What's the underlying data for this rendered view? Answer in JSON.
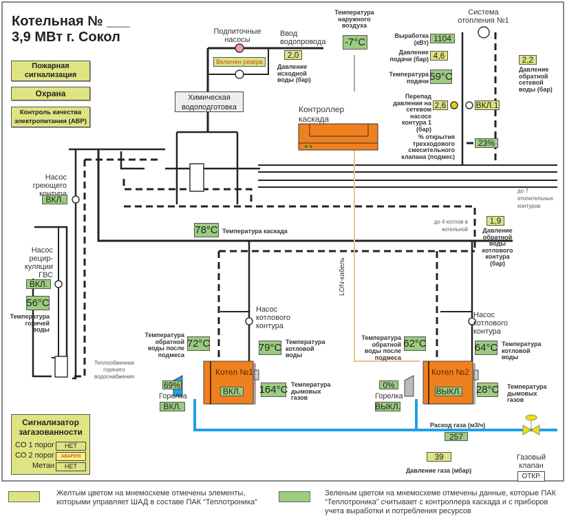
{
  "header": {
    "title_line1": "Котельная № ___",
    "title_line2": "3,9 МВт г. Сокол"
  },
  "control_buttons": [
    {
      "label": "Пожарная сигнализация"
    },
    {
      "label": "Охрана"
    },
    {
      "label": "Контроль качества электропитания (АВР)"
    }
  ],
  "makeup": {
    "pumps_label": "Подпиточные насосы",
    "reserve_status": "Включен резерв",
    "water_inlet_label": "Ввод водопровода",
    "inlet_pressure": "2,0",
    "inlet_pressure_label": "Давление исходной воды (бар)",
    "water_treatment_label": "Химическая водоподготовка"
  },
  "outdoor": {
    "label": "Температура наружного воздуха",
    "value": "-7",
    "unit": "°C"
  },
  "controller": {
    "label": "Контроллер каскада",
    "cable_label": "LON-кабель"
  },
  "heating_system": {
    "title": "Система отопления №1",
    "output_label": "Выработка (кВт)",
    "output_value": "1104",
    "supply_pressure_label": "Давление подачи (бар)",
    "supply_pressure": "4,6",
    "supply_temp_label": "Температура подачи",
    "supply_temp": "59",
    "return_pressure": "2,2",
    "return_pressure_label": "Давление обратной сетевой воды (бар)",
    "diff_pressure_label": "Перепад давления на сетевом насосе контура 1 (бар)",
    "diff_pressure": "2,6",
    "pump_status": "ВКЛ.1",
    "valve_label": "% открытия трехходового смесительного клапана (подмес)",
    "valve_open": "23%",
    "more_circuits": "до 7 отопительных контуров"
  },
  "heating_loop_pump": {
    "label": "Насос греющего контура",
    "status": "ВКЛ."
  },
  "dhw": {
    "recirc_label": "Насос рецир-куляции ГВС",
    "recirc_status": "ВКЛ.",
    "hot_water_temp": "56",
    "hot_water_temp_label": "Температура горячей воды",
    "exchanger_label": "Теплообменник горячего водоснабжения"
  },
  "cascade": {
    "temp": "78",
    "temp_label": "Температура каскада",
    "boilers_note": "до 4 котлов в котельной",
    "return_pressure": "1,9",
    "return_pressure_label": "Давление обратной воды котлового контура (бар)"
  },
  "boilers": [
    {
      "name": "Котел №1",
      "status": "ВКЛ.",
      "return_temp": "72",
      "return_temp_label": "Температура обратной воды после подмеса",
      "water_temp": "79",
      "water_temp_label": "Температура котловой воды",
      "flue_temp": "164",
      "flue_temp_label": "Температура дымовых газов",
      "pump_label": "Насос котлового контура",
      "burner_label": "Горелка",
      "burner_load": "69%",
      "burner_status": "ВКЛ."
    },
    {
      "name": "Котел №2",
      "status": "ВЫКЛ.",
      "return_temp": "62",
      "return_temp_label": "Температура обратной воды после подмеса",
      "water_temp": "64",
      "water_temp_label": "Температура котловой воды",
      "flue_temp": "28",
      "flue_temp_label": "Температура дымовых газов",
      "pump_label": "Насос котлового контура",
      "burner_label": "Горелка",
      "burner_load": "0%",
      "burner_status": "ВЫКЛ."
    }
  ],
  "gas": {
    "flow_label": "Расход газа (м3/ч)",
    "flow": "257",
    "pressure": "39",
    "pressure_label": "Давление газа (мбар)",
    "valve_label": "Газовый клапан",
    "valve_status": "ОТКР."
  },
  "gas_detector": {
    "title": "Сигнализатор загазованности",
    "rows": [
      {
        "label": "CO 1 порог",
        "value": "НЕТ"
      },
      {
        "label": "CO 2 порог",
        "value": "АВАРИЯ"
      },
      {
        "label": "Метан",
        "value": "НЕТ"
      }
    ]
  },
  "legend": {
    "yellow_text": "Желтым цветом на мнемосхеме отмечены элементы, которыми управляет ШАД в составе ПАК “Теплотроника”",
    "green_text": "Зеленым цветом на мнемосхеме отмечены данные, которые ПАК “Теплотроника” считывает с контроллера каскада и с приборов учета выработки и потребления ресурсов",
    "yellow_color": "#dfe483",
    "green_color": "#9ccc80"
  },
  "colors": {
    "orange": "#f0801e",
    "gas_line": "#1ea0e6",
    "alarm_text": "#e02020"
  }
}
